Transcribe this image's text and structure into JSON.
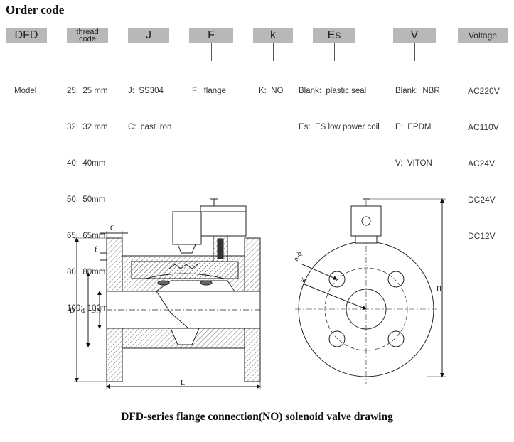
{
  "title": "Order code",
  "codes": [
    {
      "label": "DFD"
    },
    {
      "label_line1": "thread",
      "label_line2": "code"
    },
    {
      "label": "J"
    },
    {
      "label": "F"
    },
    {
      "label": "k"
    },
    {
      "label": "Es"
    },
    {
      "label": "V"
    },
    {
      "label": "Voltage"
    }
  ],
  "options": {
    "model": [
      "Model"
    ],
    "thread": [
      "25:  25 mm",
      "32:  32 mm",
      "40:  40mm",
      "50:  50mm",
      "65:  65mm",
      "80:  80mm",
      "100:  100mm"
    ],
    "material": [
      "J:  SS304",
      "C:  cast iron"
    ],
    "connection": [
      "F:  flange"
    ],
    "state": [
      "K:  NO"
    ],
    "seal": [
      "Blank:  plastic seal",
      "Es:  ES low power coil"
    ],
    "membrane": [
      "Blank:  NBR",
      "E:  EPDM",
      "V:  VITON"
    ],
    "voltage": [
      "AC220V",
      "AC110V",
      "AC24V",
      "DC24V",
      "DC12V"
    ]
  },
  "dimensions": {
    "C": "C",
    "f": "f",
    "D": "D",
    "d": "d",
    "DN": "DN",
    "L": "L",
    "n_phi": "n-ϕ",
    "k": "K",
    "H": "H"
  },
  "caption": "DFD-series flange connection(NO) solenoid valve drawing"
}
